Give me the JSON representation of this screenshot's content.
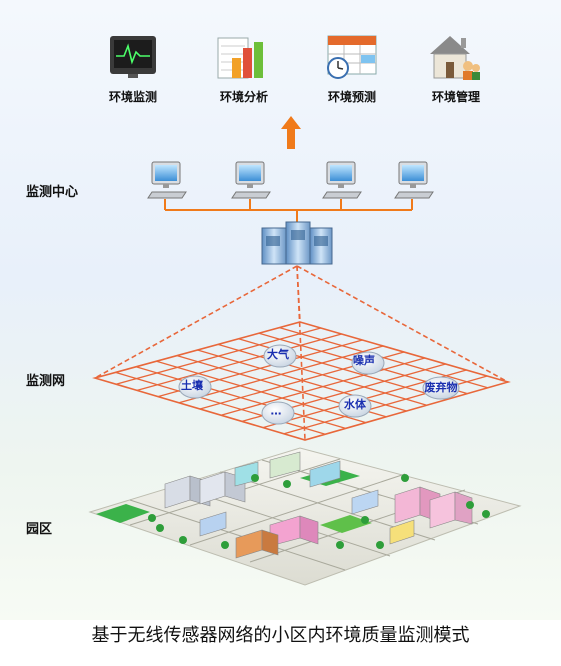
{
  "apps": [
    {
      "label": "环境监测",
      "icon": "monitor-screen-icon"
    },
    {
      "label": "环境分析",
      "icon": "bar-chart-icon"
    },
    {
      "label": "环境预测",
      "icon": "calendar-clock-icon"
    },
    {
      "label": "环境管理",
      "icon": "house-people-icon"
    }
  ],
  "layers": {
    "monitoring_center": "监测中心",
    "monitoring_network": "监测网",
    "community": "园区"
  },
  "sensors": [
    "大气",
    "噪声",
    "土壤",
    "废弃物",
    "水体",
    "…"
  ],
  "caption": "基于无线传感器网络的小区内环境质量监测模式",
  "colors": {
    "grid": "#e8673a",
    "arrow": "#f07a1a",
    "sensor_text": "#1a2fb0"
  }
}
